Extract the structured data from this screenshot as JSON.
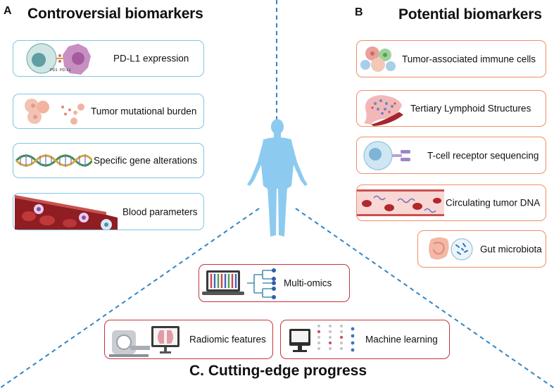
{
  "sections": {
    "a": {
      "letter": "A",
      "title": "Controversial biomarkers"
    },
    "b": {
      "letter": "B",
      "title": "Potential biomarkers"
    },
    "c": {
      "title": "C. Cutting-edge progress"
    }
  },
  "controversial": [
    {
      "label": "PD-L1 expression",
      "icon": "pd1-pdl1-cells-icon",
      "icon_text": [
        "PD1",
        "PD-L1"
      ]
    },
    {
      "label": "Tumor mutational burden",
      "icon": "tumor-cells-icon"
    },
    {
      "label": "Specific gene alterations",
      "icon": "dna-helix-icon"
    },
    {
      "label": "Blood parameters",
      "icon": "blood-cells-icon"
    }
  ],
  "potential": [
    {
      "label": "Tumor-associated immune cells",
      "icon": "immune-cells-icon"
    },
    {
      "label": "Tertiary Lymphoid Structures",
      "icon": "lymphoid-tissue-icon"
    },
    {
      "label": "T-cell receptor sequencing",
      "icon": "t-cell-receptor-icon"
    },
    {
      "label": "Circulating tumor DNA",
      "icon": "blood-vessel-dna-icon"
    },
    {
      "label": "Gut microbiota",
      "icon": "intestine-microbe-icon"
    }
  ],
  "progress": [
    {
      "label": "Multi-omics",
      "icon": "laptop-tree-icon"
    },
    {
      "label": "Radiomic features",
      "icon": "ct-scanner-icon"
    },
    {
      "label": "Machine learning",
      "icon": "monitor-network-icon"
    }
  ],
  "colors": {
    "controversial_border": "#7fc6e3",
    "potential_border": "#ef8f68",
    "progress_border": "#c5333d",
    "divider": "#2f86c4",
    "human_figure": "#8ccbef"
  }
}
